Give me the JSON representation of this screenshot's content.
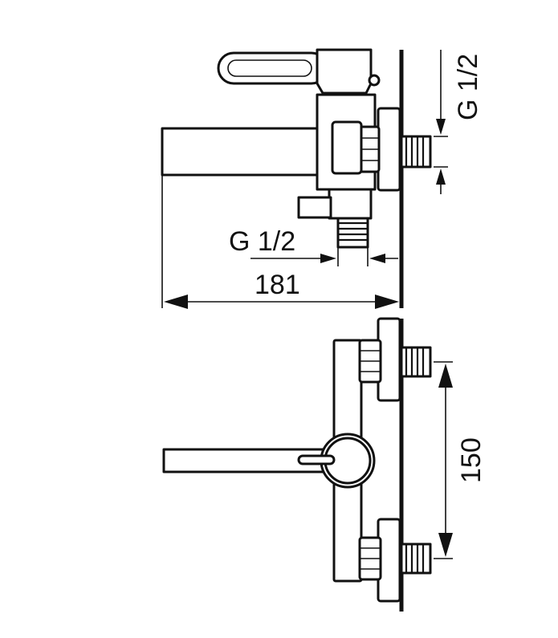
{
  "colors": {
    "line": "#111111",
    "background": "#ffffff"
  },
  "dimensions": {
    "connection_thread_side": "G 1/2",
    "outlet_thread": "G 1/2",
    "overall_length": "181",
    "inlet_spacing": "150"
  }
}
